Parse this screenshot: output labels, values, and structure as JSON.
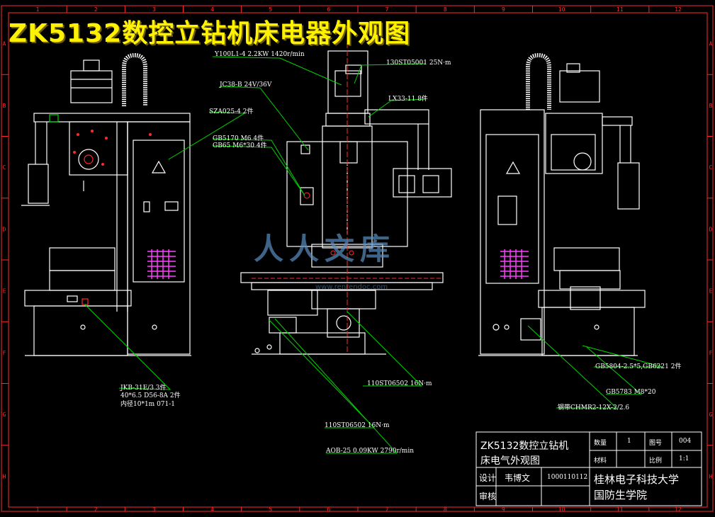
{
  "title": "ZK5132数控立钻机床电器外观图",
  "watermark": {
    "text": "人人文库",
    "url": "www.renrendoc.com"
  },
  "border": {
    "top_numbers": [
      "1",
      "2",
      "3",
      "4",
      "5",
      "6",
      "7",
      "8",
      "9",
      "10",
      "11",
      "12"
    ],
    "side_letters": [
      "A",
      "B",
      "C",
      "D",
      "E",
      "F",
      "G",
      "H"
    ]
  },
  "callouts": [
    {
      "id": "motor-spec",
      "text": "Y100L1-4 2.2KW 1420r/min"
    },
    {
      "id": "servo-top",
      "text": "130ST05001 25N·m"
    },
    {
      "id": "jc-transformer",
      "text": "JC38-B 24V/36V"
    },
    {
      "id": "lx-switch",
      "text": "LX33-11 8件"
    },
    {
      "id": "sza-lock",
      "text": "SZA025-4 2件"
    },
    {
      "id": "gb-bolt-1",
      "text": "GB5170 M6 4件"
    },
    {
      "id": "gb-bolt-2",
      "text": "GB65 M6*30 4件"
    },
    {
      "id": "left-bottom-1",
      "text": "JKB-31E/3 3件"
    },
    {
      "id": "left-bottom-2",
      "text": "40*6.5 D56-8A 2件"
    },
    {
      "id": "left-bottom-3",
      "text": "内径10*1m  071-1"
    },
    {
      "id": "servo-mid",
      "text": "110ST06502 16N·m"
    },
    {
      "id": "servo-low",
      "text": "110ST06502 16N·m"
    },
    {
      "id": "pump",
      "text": "AOB-25  0.09KW  2790r/min"
    },
    {
      "id": "right-1",
      "text": "GB5804-2.5*5,GB6221 2件"
    },
    {
      "id": "right-2",
      "text": "GB5783 M8*20"
    },
    {
      "id": "right-3",
      "text": "钢带CHMR2-12X-2/2.6"
    }
  ],
  "title_block": {
    "drawing_name_1": "ZK5132数控立钻机",
    "drawing_name_2": "床电气外观图",
    "qty_label": "数量",
    "qty_value": "1",
    "drawing_no_label": "图号",
    "drawing_no_value": "004",
    "material_label": "材料",
    "scale_label": "比例",
    "scale_value": "1:1",
    "designer_label": "设计",
    "designer_name": "韦博文",
    "designer_id": "1000110112",
    "school_1": "桂林电子科技大学",
    "school_2": "国防生学院",
    "review_label": "审核"
  },
  "colors": {
    "line": "#ffffff",
    "leader": "#00d400",
    "accent": "#ff2a2a",
    "magenta": "#ff40ff",
    "title": "#fff200"
  }
}
